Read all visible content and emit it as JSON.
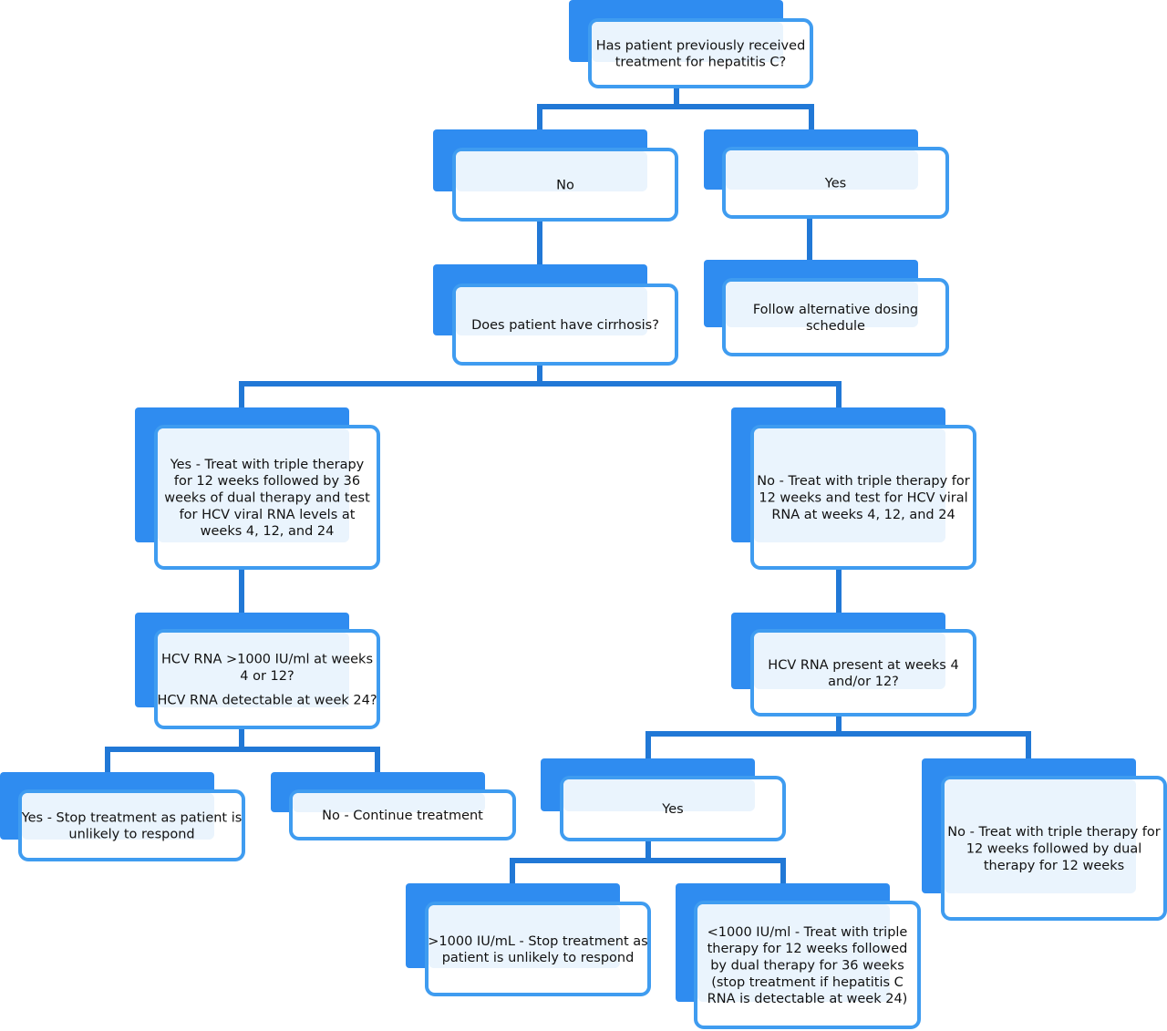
{
  "nodes": [
    {
      "id": "q-previous-treatment",
      "lines": [
        "Has patient previously received",
        "treatment for hepatitis C?"
      ]
    },
    {
      "id": "answer-no-previous",
      "lines": [
        "No"
      ]
    },
    {
      "id": "answer-yes-previous",
      "lines": [
        "Yes"
      ]
    },
    {
      "id": "q-cirrhosis",
      "lines": [
        "Does patient have cirrhosis?"
      ]
    },
    {
      "id": "alternative-dosing",
      "lines": [
        "Follow alternative dosing",
        "schedule"
      ]
    },
    {
      "id": "cirrhosis-yes-treatment",
      "lines": [
        "Yes - Treat with triple therapy",
        "for 12 weeks followed by 36",
        "weeks of dual therapy and test",
        "for HCV viral RNA levels at",
        "weeks 4, 12, and 24"
      ]
    },
    {
      "id": "cirrhosis-no-treatment",
      "lines": [
        "No - Treat with triple therapy for",
        "12 weeks and test for HCV viral",
        "RNA at weeks 4, 12, and 24"
      ]
    },
    {
      "id": "q-hcv-rna-threshold",
      "lines": [
        "HCV RNA >1000 IU/ml at weeks",
        "4 or 12?",
        "HCV RNA detectable at week 24?"
      ]
    },
    {
      "id": "q-hcv-rna-present",
      "lines": [
        "HCV RNA present at weeks 4",
        "and/or 12?"
      ]
    },
    {
      "id": "stop-unlikely-respond",
      "lines": [
        "Yes - Stop treatment as patient is",
        "unlikely to respond"
      ]
    },
    {
      "id": "continue-treatment",
      "lines": [
        "No - Continue treatment"
      ]
    },
    {
      "id": "answer-yes-rna-present",
      "lines": [
        "Yes"
      ]
    },
    {
      "id": "no-rna-dual-12",
      "lines": [
        "No - Treat with triple therapy for",
        "12 weeks followed by dual",
        "therapy for 12 weeks"
      ]
    },
    {
      "id": "over-1000-stop",
      "lines": [
        ">1000 IU/mL - Stop treatment as",
        "patient is unlikely to respond"
      ]
    },
    {
      "id": "under-1000-treat",
      "lines": [
        "<1000 IU/ml - Treat with triple",
        "therapy for 12 weeks followed",
        "by dual therapy for 36 weeks",
        "(stop treatment if hepatitis C",
        "RNA is detectable at week 24)"
      ]
    }
  ]
}
